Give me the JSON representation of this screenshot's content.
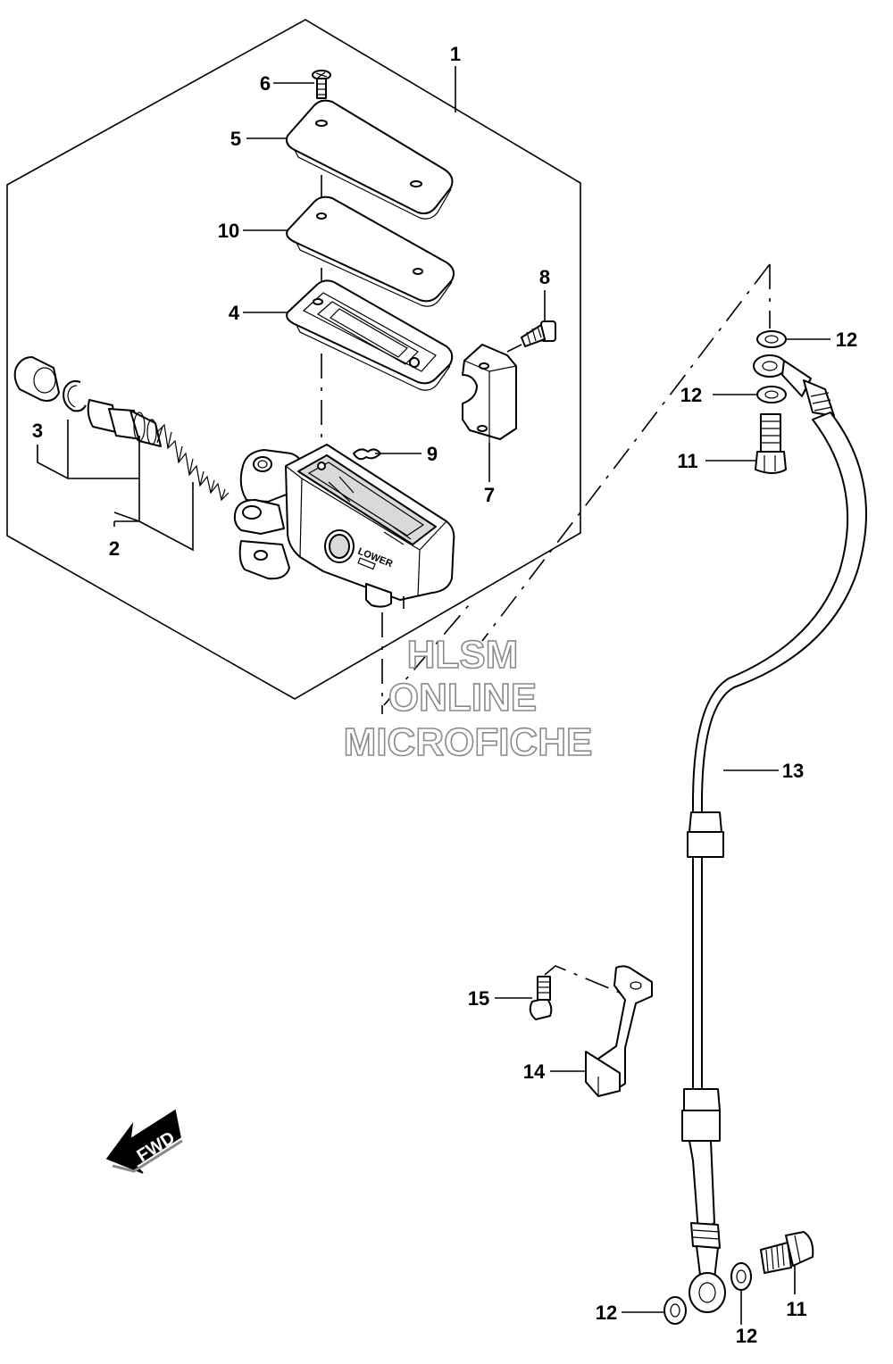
{
  "watermark": {
    "line1": "HLSM",
    "line2": "ONLINE",
    "line3": "MICROFICHE"
  },
  "direction_badge": "FWD",
  "reservoir_embossed_text": "LOWER",
  "callouts": {
    "c1": "1",
    "c2": "2",
    "c3": "3",
    "c4": "4",
    "c5": "5",
    "c6": "6",
    "c7": "7",
    "c8": "8",
    "c9": "9",
    "c10": "10",
    "c11a": "11",
    "c11b": "11",
    "c12a": "12",
    "c12b": "12",
    "c12c": "12",
    "c12d": "12",
    "c13": "13",
    "c14": "14",
    "c15": "15"
  },
  "colors": {
    "line": "#000000",
    "shade": "#d9d9d9",
    "watermark_stroke": "#8a8a8a"
  }
}
